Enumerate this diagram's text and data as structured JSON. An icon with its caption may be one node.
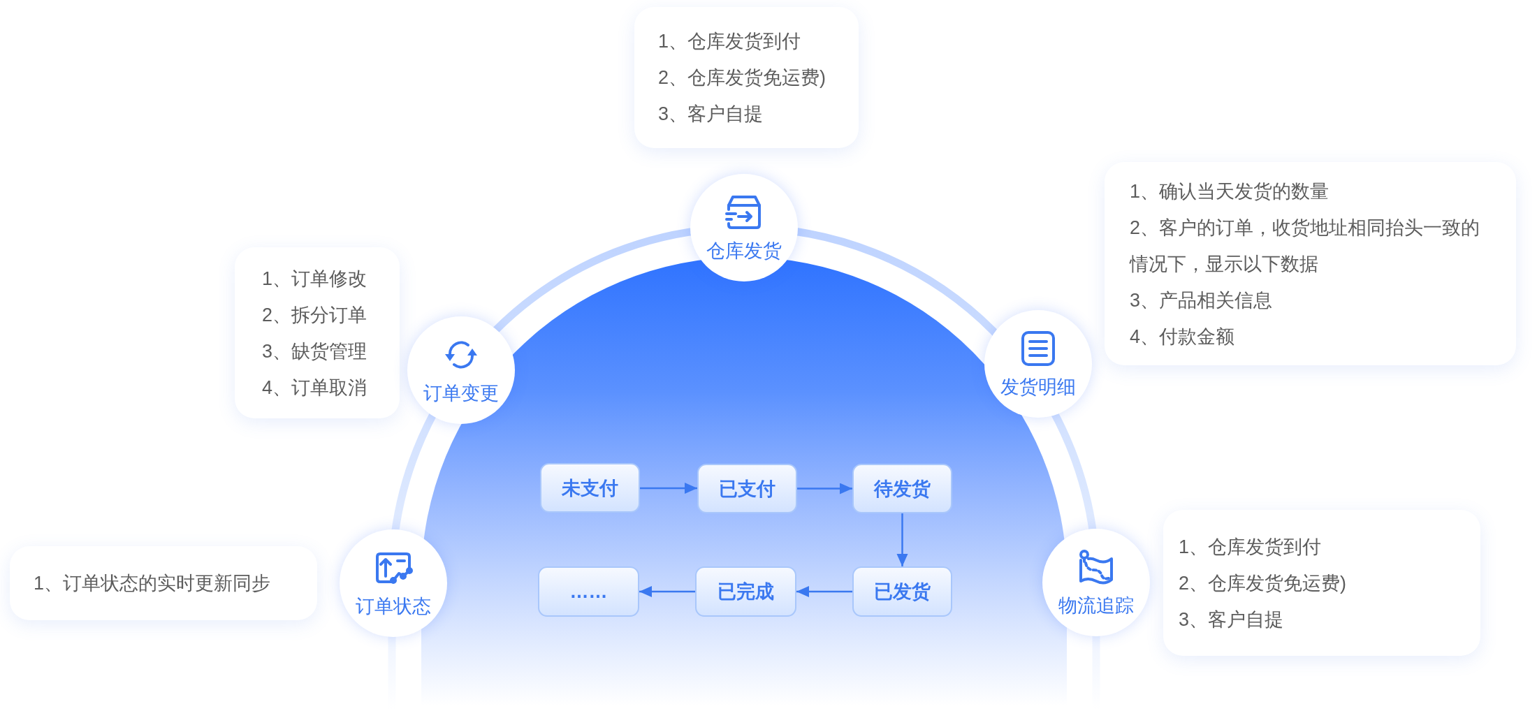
{
  "diagram": {
    "nodes": [
      {
        "text": [
          "1、仓库发货到付",
          "2、仓库发货免运费)",
          "3、客户自提"
        ]
      },
      {
        "text": [
          "仓库发货"
        ]
      },
      {
        "text": [
          "1、确认当天发货的数量",
          "2、客户的订单，收货地址相同抬头一致的情况下，显示以下数据",
          "3、产品相关信息",
          "4、付款金额"
        ]
      },
      {
        "text": [
          "1、订单修改",
          "2、拆分订单",
          "3、缺货管理",
          "4、订单取消"
        ]
      },
      {
        "text": [
          "订单变更"
        ]
      },
      {
        "text": [
          "发货明细"
        ]
      },
      {
        "text": [
          "未支付"
        ]
      },
      {
        "text": [
          "已支付"
        ]
      },
      {
        "text": [
          "待发货"
        ]
      },
      {
        "text": [
          "1、订单状态的实时更新同步"
        ]
      },
      {
        "text": [
          "订单状态"
        ]
      },
      {
        "text": [
          "……"
        ]
      },
      {
        "text": [
          "已完成"
        ]
      },
      {
        "text": [
          "已发货"
        ]
      },
      {
        "text": [
          "物流追踪"
        ]
      },
      {
        "text": [
          "1、仓库发货到付",
          "2、仓库发货免运费)",
          "3、客户自提"
        ]
      }
    ],
    "edges": [
      {
        "from": 6,
        "to": 7,
        "arrow": "to"
      },
      {
        "from": 7,
        "to": 8,
        "arrow": "to"
      },
      {
        "from": 8,
        "to": 13,
        "arrow": "to"
      },
      {
        "from": 13,
        "to": 12,
        "arrow": "to"
      },
      {
        "from": 12,
        "to": 11,
        "arrow": "to"
      }
    ]
  }
}
